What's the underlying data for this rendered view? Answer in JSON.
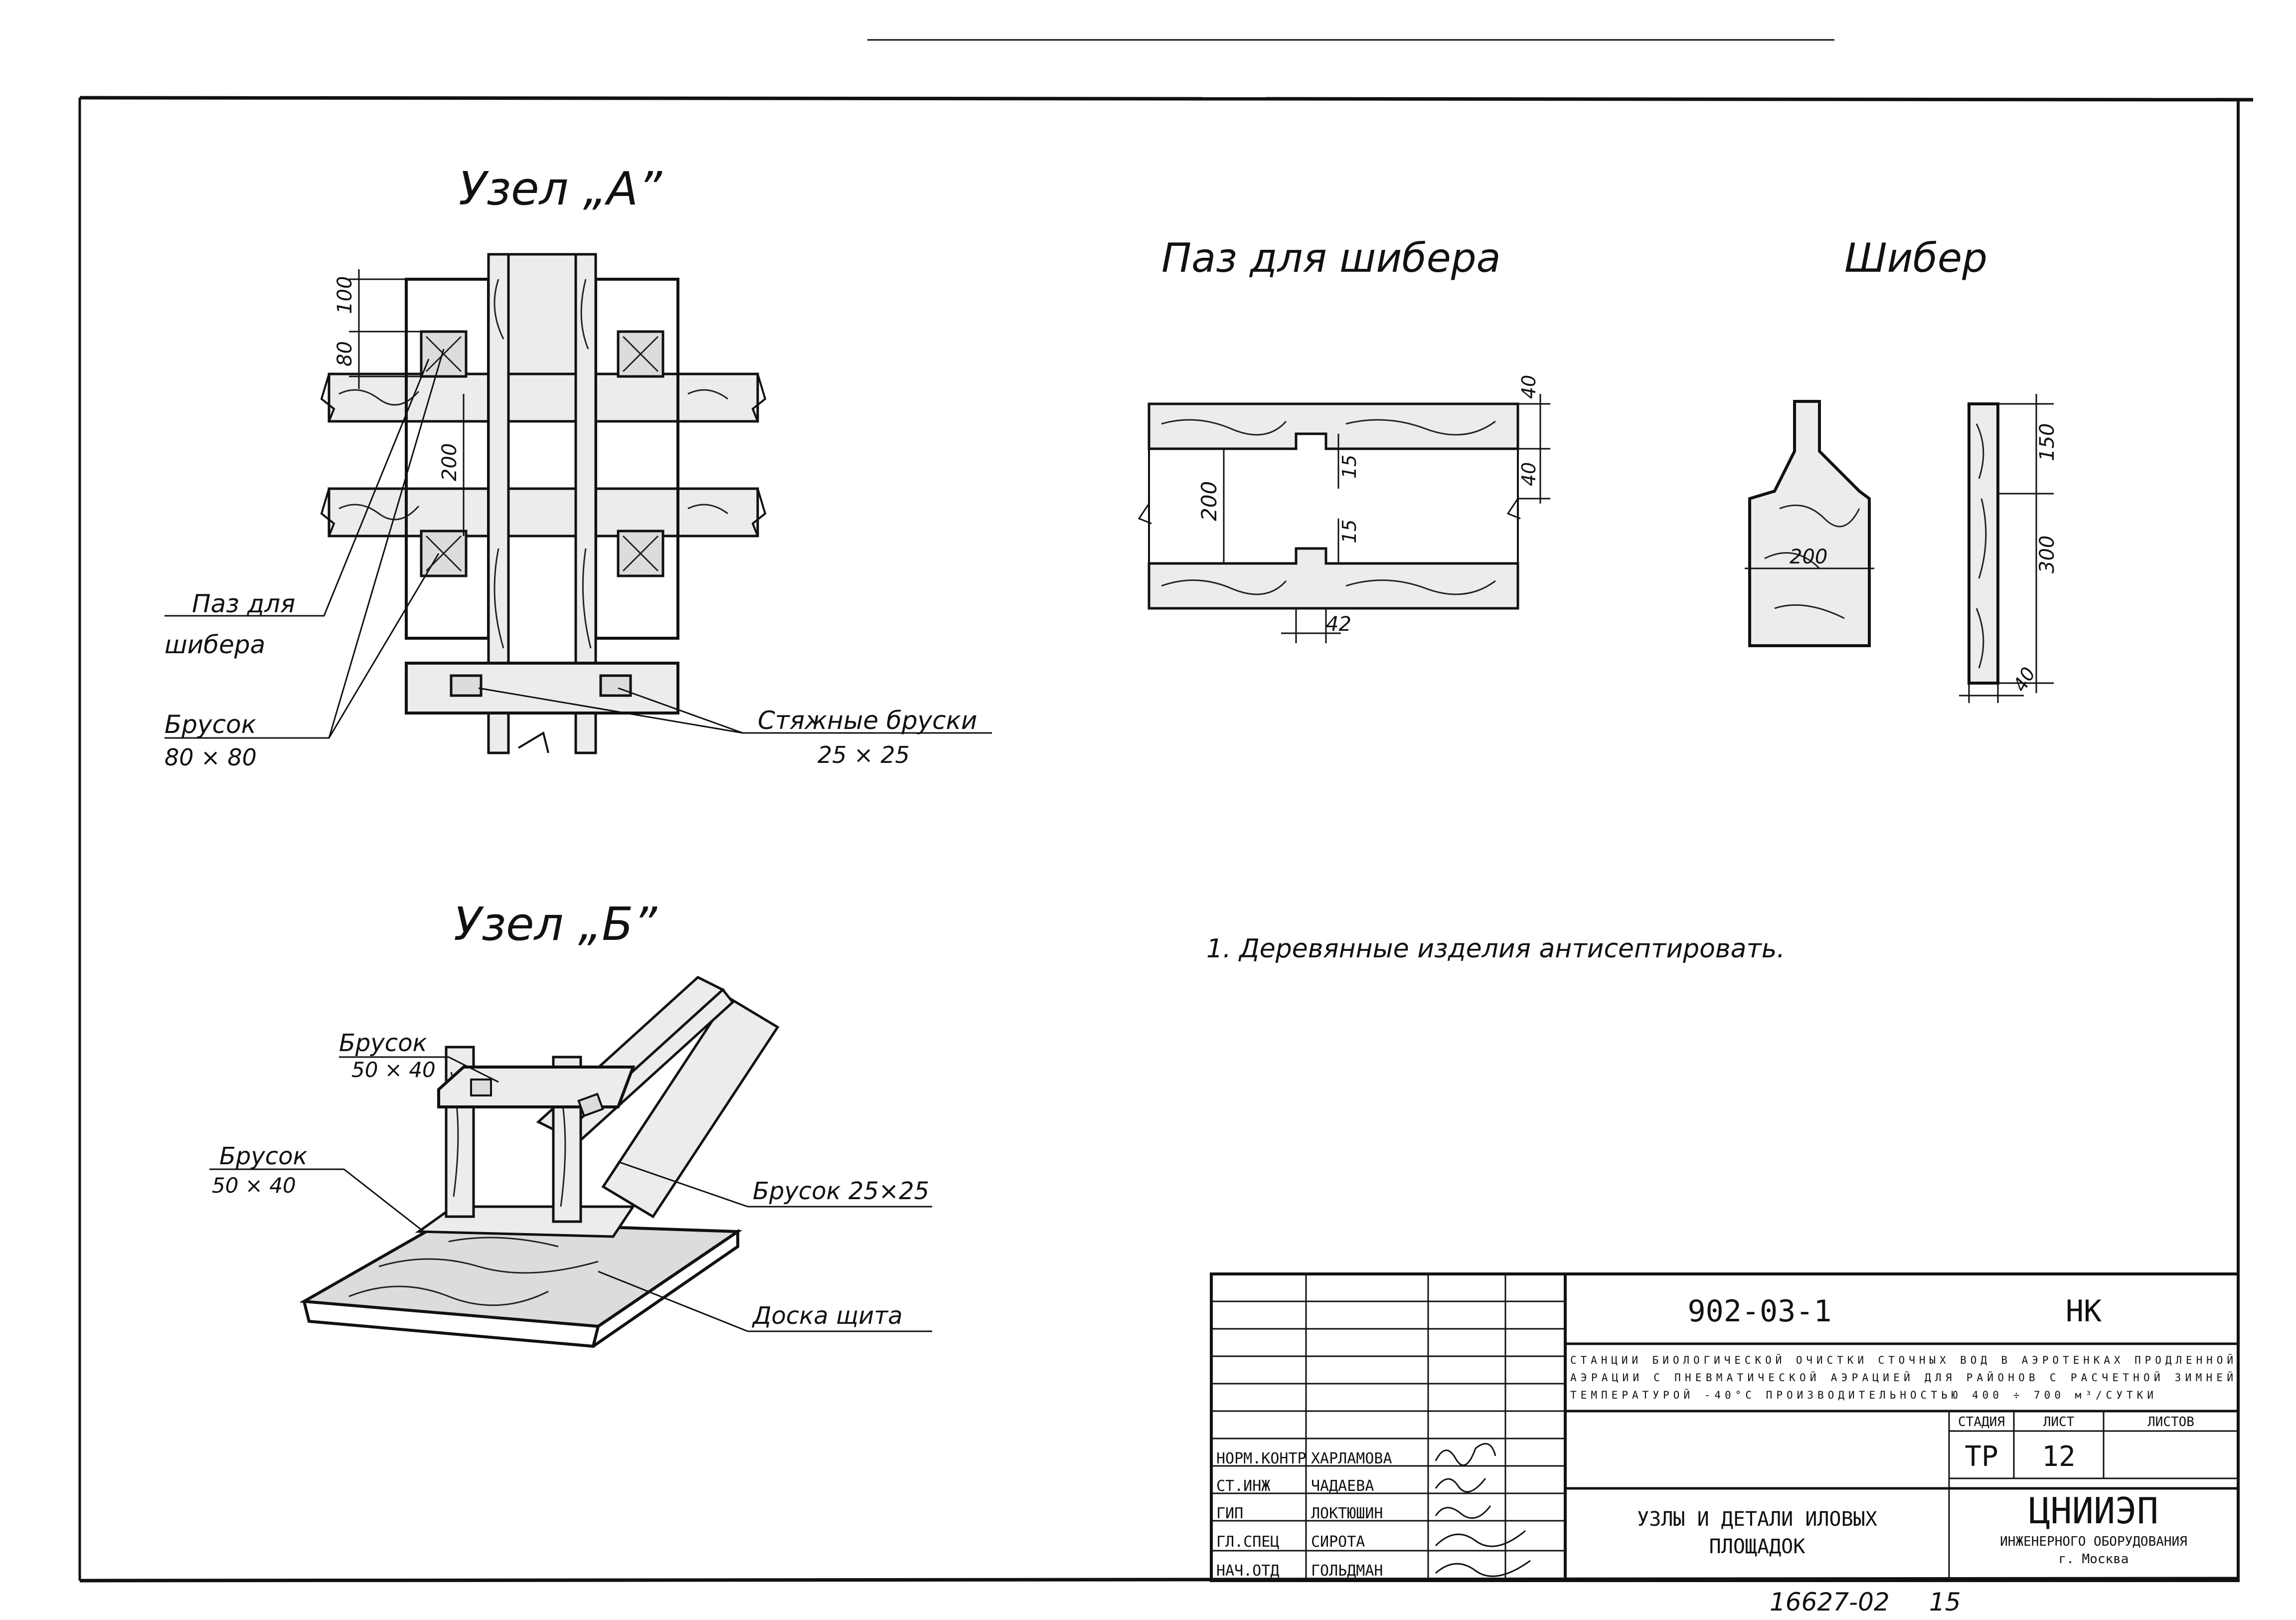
{
  "drawing": {
    "nodeA": {
      "title": "Узел „А”",
      "dims": [
        "100",
        "80",
        "200"
      ],
      "label_groove": [
        "Паз для",
        "шибера"
      ],
      "label_bar": "Брусок",
      "label_bar_size": "80 × 80",
      "label_tie": "Стяжные бруски",
      "label_tie_size": "25 × 25"
    },
    "groove": {
      "title": "Паз для шибера",
      "dims": [
        "40",
        "40",
        "15",
        "15",
        "200",
        "42"
      ]
    },
    "gate": {
      "title": "Шибер",
      "dims": [
        "200",
        "150",
        "300",
        "40"
      ]
    },
    "nodeB": {
      "title": "Узел „Б”",
      "label_bar1": "Брусок",
      "label_bar1_size": "50 × 40",
      "label_bar2": "Брусок",
      "label_bar2_size": "50 × 40",
      "label_bar3": "Брусок 25×25",
      "label_board": "Доска щита"
    },
    "note": "1. Деревянные изделия антисептировать."
  },
  "title_block": {
    "code": "902-03-1",
    "section": "НК",
    "project_lines": [
      "СТАНЦИИ БИОЛОГИЧЕСКОЙ ОЧИСТКИ СТОЧНЫХ ВОД В АЭРОТЕНКАХ ПРОДЛЕННОЙ",
      "АЭРАЦИИ С ПНЕВМАТИЧЕСКОЙ АЭРАЦИЕЙ ДЛЯ РАЙОНОВ С РАСЧЕТНОЙ ЗИМНЕЙ",
      "ТЕМПЕРАТУРОЙ -40°С  ПРОИЗВОДИТЕЛЬНОСТЬЮ 400 ÷ 700 м³/СУТКИ"
    ],
    "headers": {
      "stage": "СТАДИЯ",
      "sheet": "ЛИСТ",
      "sheets": "ЛИСТОВ"
    },
    "stage": "ТР",
    "sheet": "12",
    "sheets": "",
    "sheet_title_lines": [
      "УЗЛЫ И ДЕТАЛИ ИЛОВЫХ",
      "ПЛОЩАДОК"
    ],
    "org": "ЦНИИЭП",
    "org_sub": "ИНЖЕНЕРНОГО ОБОРУДОВАНИЯ",
    "city": "г. Москва",
    "staff": [
      {
        "role": "НОРМ.КОНТР",
        "name": "ХАРЛАМОВА"
      },
      {
        "role": "СТ.ИНЖ",
        "name": "ЧАДАЕВА"
      },
      {
        "role": "ГИП",
        "name": "ЛОКТЮШИН"
      },
      {
        "role": "ГЛ.СПЕЦ",
        "name": "СИРОТА"
      },
      {
        "role": "НАЧ.ОТД",
        "name": "ГОЛЬДМАН"
      }
    ]
  },
  "footer": {
    "inventory": "16627-02",
    "page": "15"
  }
}
